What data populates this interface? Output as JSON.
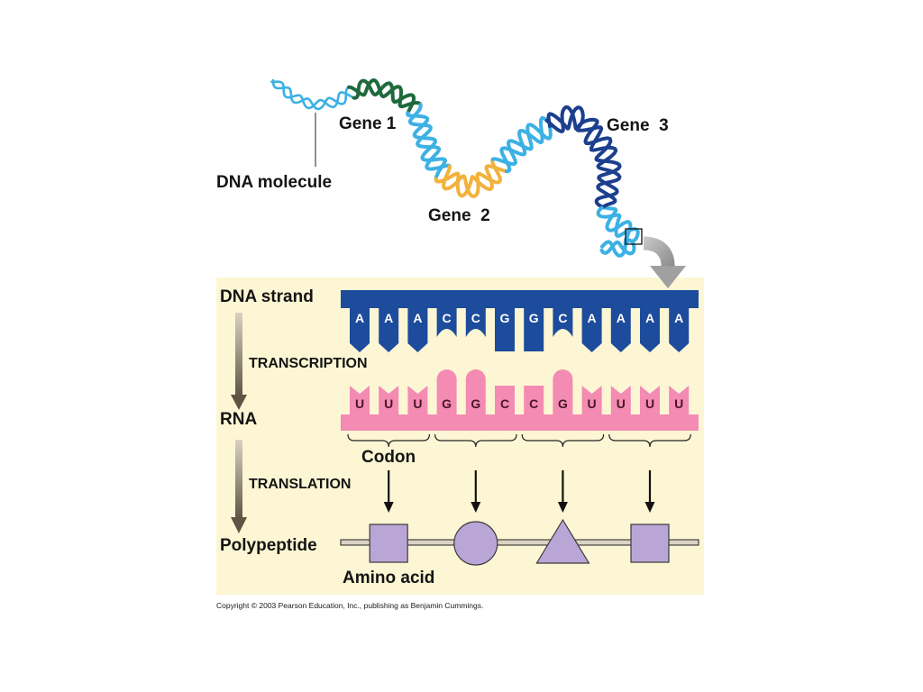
{
  "labels": {
    "gene_1": "Gene 1",
    "gene_2": "Gene  2",
    "gene_3": "Gene  3",
    "dna_molecule": "DNA molecule",
    "dna_strand": "DNA strand",
    "transcription": "TRANSCRIPTION",
    "rna": "RNA",
    "codon": "Codon",
    "translation": "TRANSLATION",
    "polypeptide": "Polypeptide",
    "amino_acid": "Amino acid"
  },
  "dna_bases": [
    "A",
    "A",
    "A",
    "C",
    "C",
    "G",
    "G",
    "C",
    "A",
    "A",
    "A",
    "A"
  ],
  "rna_bases": [
    "U",
    "U",
    "U",
    "G",
    "G",
    "C",
    "C",
    "G",
    "U",
    "U",
    "U",
    "U"
  ],
  "amino_acids": [
    "square",
    "circle",
    "triangle",
    "square"
  ],
  "copyright": "Copyright © 2003 Pearson Education, Inc., publishing as Benjamin Cummings.",
  "colors": {
    "helix_light_blue": "#3cb1e4",
    "gene_1": "#1f6a3c",
    "gene_2": "#f2b23c",
    "gene_3": "#1c3f8e",
    "detail_panel": "#fdf6d4",
    "dna_strand": "#1d4c9c",
    "dna_base_text": "#ffffff",
    "rna": "#f38bb3",
    "rna_base_text": "#4a1428",
    "amino_acid": "#b9a6d6",
    "zoom_arrow": "#a0a0a0",
    "process_arrow": "#5e5443"
  }
}
